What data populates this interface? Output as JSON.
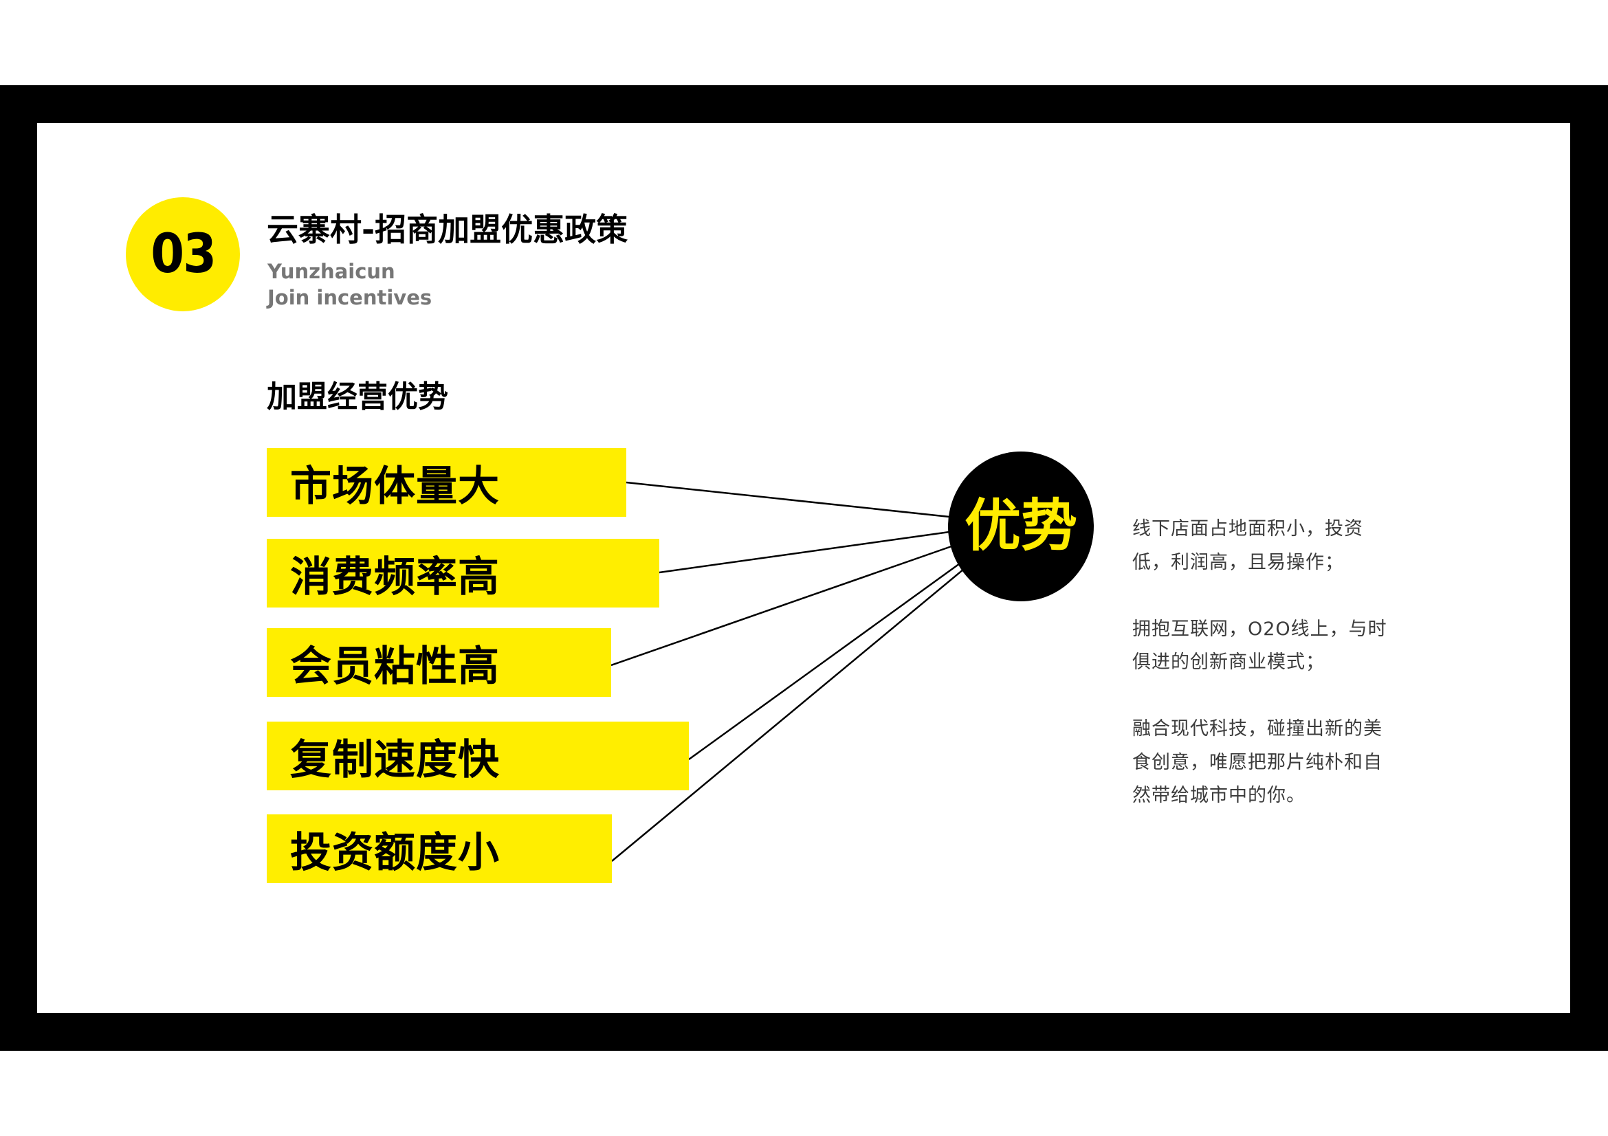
{
  "slide": {
    "section_number": "03",
    "title": "云寨村-招商加盟优惠政策",
    "subtitle_en_line1": "Yunzhaicun",
    "subtitle_en_line2": "Join incentives",
    "section_heading": "加盟经营优势"
  },
  "advantages": [
    {
      "label": "市场体量大"
    },
    {
      "label": "消费频率高"
    },
    {
      "label": "会员粘性高"
    },
    {
      "label": "复制速度快"
    },
    {
      "label": "投资额度小"
    }
  ],
  "hub": {
    "label": "优势"
  },
  "description": {
    "paragraphs": [
      "线下店面占地面积小，投资低，利润高，且易操作；",
      "拥抱互联网，O2O线上，与时俱进的创新商业模式；",
      "融合现代科技，碰撞出新的美食创意，唯愿把那片纯朴和自然带给城市中的你。"
    ]
  },
  "colors": {
    "accent_yellow": "#ffee00",
    "frame_black": "#000000",
    "subtitle_gray": "#767676",
    "body_text": "#3c3c3c"
  }
}
